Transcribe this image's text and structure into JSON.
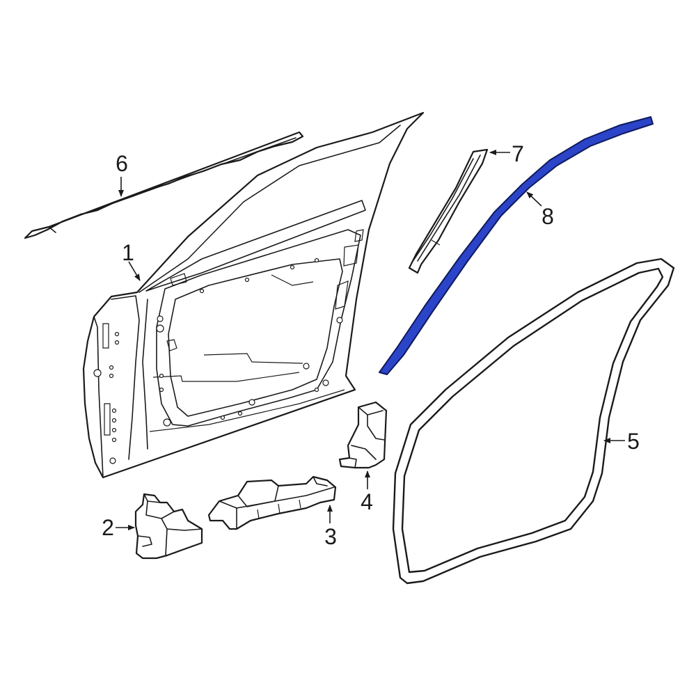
{
  "colors": {
    "line": "#1a1a1a",
    "background": "#ffffff",
    "highlight": "#2b44c8",
    "highlight_outline": "#0d1a5c"
  },
  "callouts": [
    {
      "id": "1",
      "label": "1"
    },
    {
      "id": "2",
      "label": "2"
    },
    {
      "id": "3",
      "label": "3"
    },
    {
      "id": "4",
      "label": "4"
    },
    {
      "id": "5",
      "label": "5"
    },
    {
      "id": "6",
      "label": "6"
    },
    {
      "id": "7",
      "label": "7"
    },
    {
      "id": "8",
      "label": "8"
    }
  ],
  "highlighted_part": "8"
}
